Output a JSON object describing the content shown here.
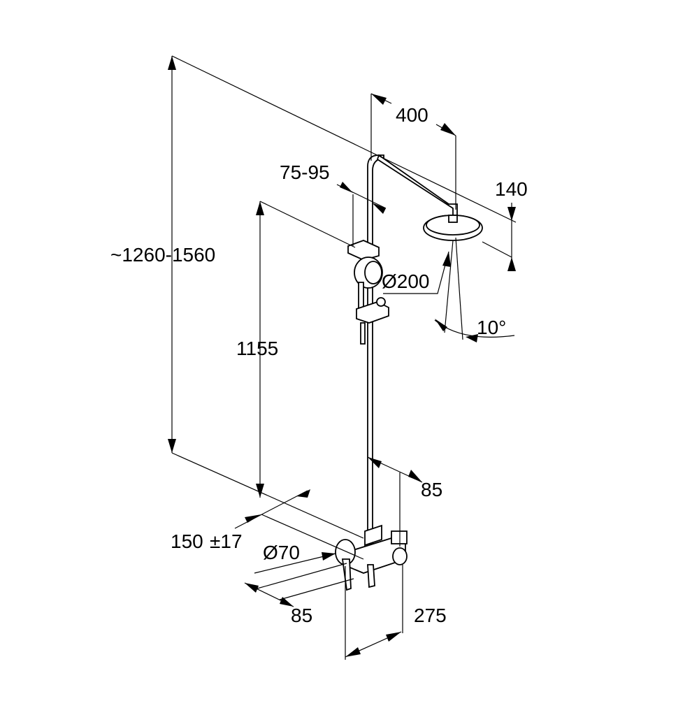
{
  "dimensions": {
    "overall_height": "~1260-1560",
    "head_arm_length": "400",
    "head_height": "140",
    "holder_range": "75-95",
    "head_diameter": "Ø200",
    "tilt_angle": "10°",
    "bar_height": "1155",
    "wall_offset": "85",
    "inlet_spacing_value": "150",
    "inlet_spacing_tolerance": "±17",
    "rosette_diameter": "Ø70",
    "mixer_depth": "85",
    "mixer_width": "275"
  },
  "colors": {
    "line": "#000000",
    "background": "#ffffff"
  }
}
